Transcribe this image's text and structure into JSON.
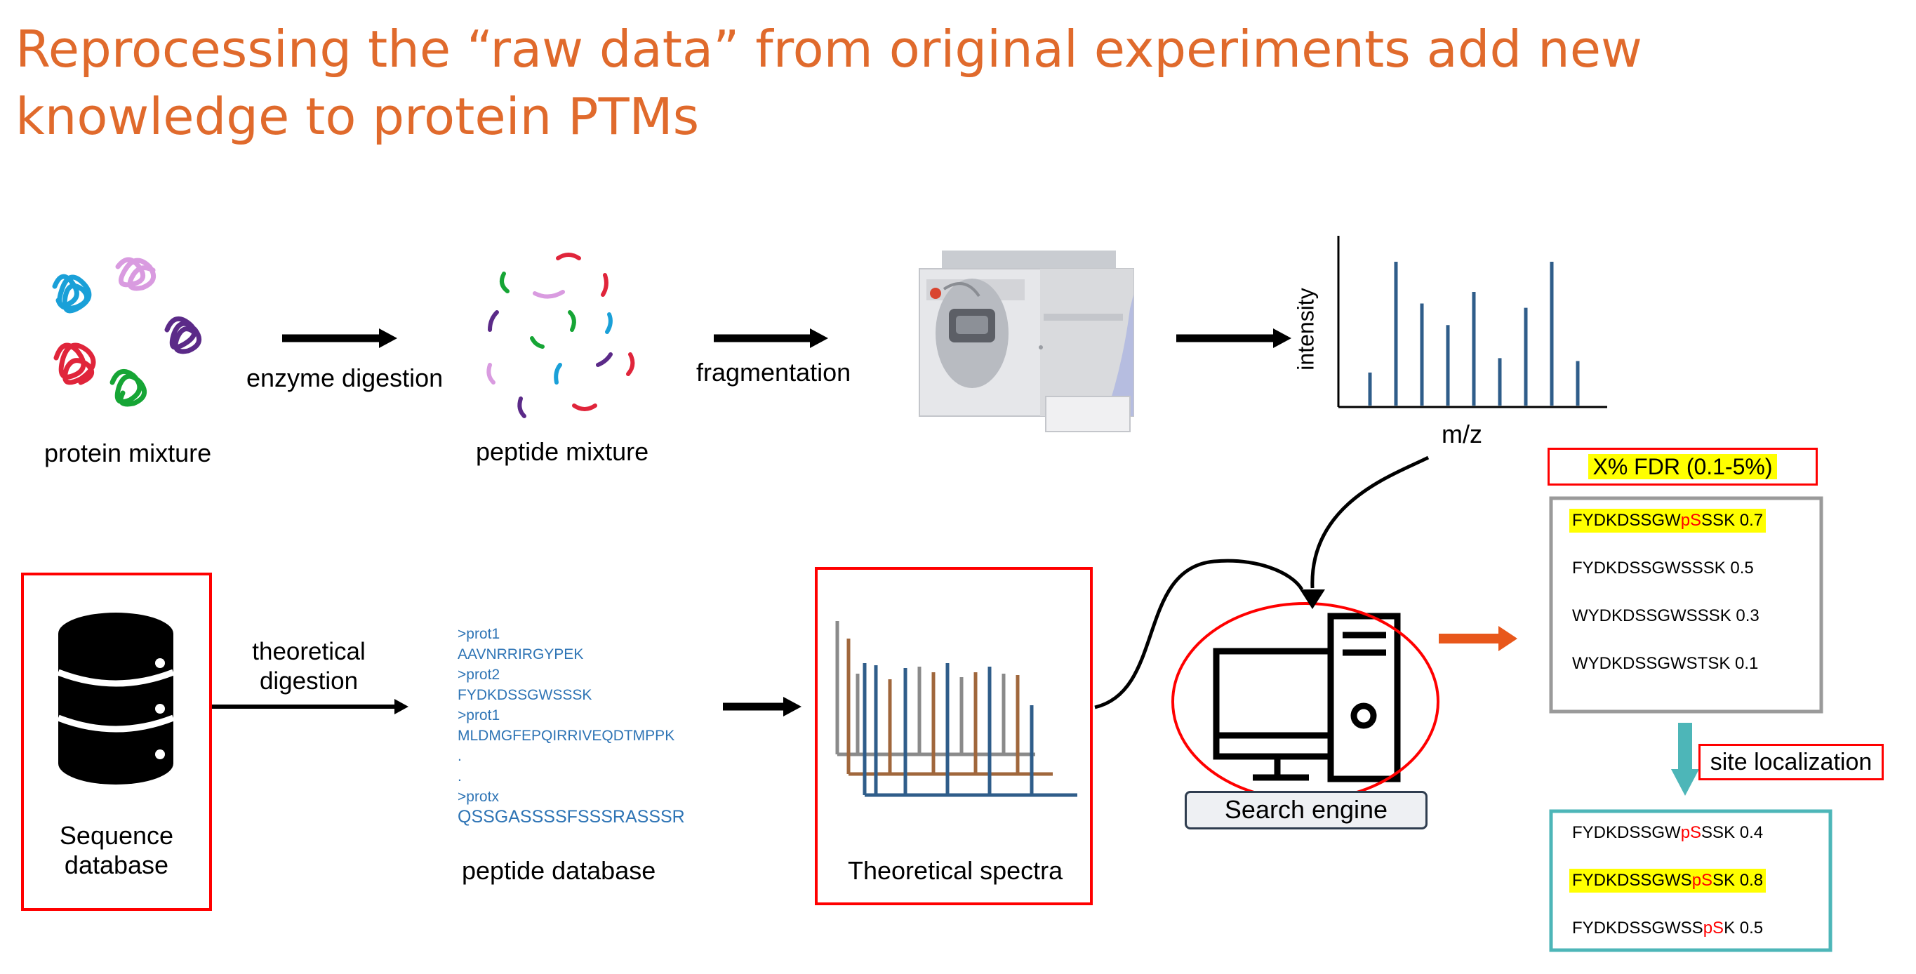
{
  "title": "Reprocessing the “raw data” from original experiments add new knowledge to protein PTMs",
  "labels": {
    "protein_mixture": "protein mixture",
    "enzyme_digestion": "enzyme digestion",
    "peptide_mixture": "peptide mixture",
    "fragmentation": "fragmentation",
    "intensity": "intensity",
    "mz": "m/z",
    "sequence_database_1": "Sequence",
    "sequence_database_2": "database",
    "theoretical_digestion_1": "theoretical",
    "theoretical_digestion_2": "digestion",
    "peptide_database": "peptide database",
    "theoretical_spectra": "Theoretical spectra",
    "search_engine": "Search engine",
    "fdr": "X% FDR (0.1-5%)",
    "site_localization": "site localization"
  },
  "fasta": [
    ">prot1",
    "AAVNRRIRGYPEK",
    ">prot2",
    "FYDKDSSGWSSSK",
    ">prot1",
    "MLDMGFEPQIRRIVEQDTMPPK",
    ".",
    ".",
    ">protx",
    "QSSGASSSSFSSSRASSSR"
  ],
  "psm_list": [
    {
      "pre": "FYDKDSSGW",
      "mod": "pS",
      "post": "SSK 0.7",
      "highlight": true
    },
    {
      "pre": "FYDKDSSGWSSSK  0.5",
      "mod": "",
      "post": "",
      "highlight": false
    },
    {
      "pre": "WYDKDSSGWSSSK 0.3",
      "mod": "",
      "post": "",
      "highlight": false
    },
    {
      "pre": "WYDKDSSGWSTSK 0.1",
      "mod": "",
      "post": "",
      "highlight": false
    }
  ],
  "site_list": [
    {
      "pre": "FYDKDSSGW",
      "mod": "pS",
      "post": "SSK 0.4",
      "highlight": false
    },
    {
      "pre": "FYDKDSSGWS",
      "mod": "pS",
      "post": "SK  0.8",
      "highlight": true
    },
    {
      "pre": "FYDKDSSGWSS",
      "mod": "pS",
      "post": "K  0.5",
      "highlight": false
    }
  ],
  "spectrum": [
    0.23,
    1.0,
    0.71,
    0.56,
    0.79,
    0.33,
    0.68,
    1.0,
    0.31
  ],
  "colors": {
    "title": "#e06a2c",
    "red_box": "#ff0000",
    "teal": "#4db6b8",
    "blue_line": "#2f5d8a",
    "brown_line": "#a0673c",
    "orange_arrow": "#e8571b",
    "fasta_blue": "#2e74b5",
    "highlight": "#ffff00"
  }
}
